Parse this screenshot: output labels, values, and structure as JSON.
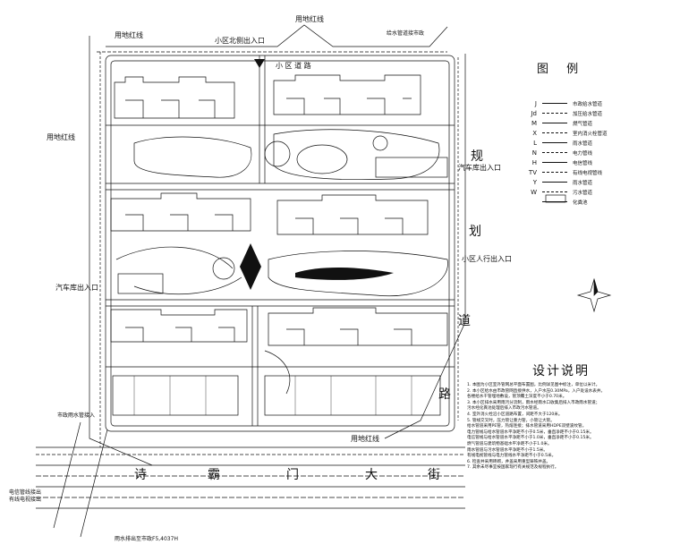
{
  "labels": {
    "red_line_top": "用地红线",
    "red_line_left": "用地红线",
    "red_line_bottom": "用地红线",
    "north_gate": "小区北侧出入口",
    "top_right_pipe": "给水管道接市政",
    "district_road": "小 区 道 路",
    "car_entrance_east": "汽车库出入口",
    "car_entrance_west": "汽车库出入口",
    "pedestrian_entrance": "小区人行出入口",
    "road_east_1": "规",
    "road_east_2": "划",
    "road_east_3": "道",
    "road_se": "路",
    "main_road_1": "诗",
    "main_road_2": "霸",
    "main_road_3": "门",
    "main_road_4": "大",
    "main_road_5": "街",
    "bottom_left_1": "市政雨水管接入",
    "bottom_left_2": "电信管线接出",
    "bottom_left_3": "有线电视接出",
    "bottom_note": "雨水排出至市政F5,4037H"
  },
  "legend": {
    "title": "图 例",
    "items": [
      {
        "code": "J",
        "desc": "市政给水管道"
      },
      {
        "code": "Jd",
        "desc": "加压给水管道"
      },
      {
        "code": "M",
        "desc": "燃气管道"
      },
      {
        "code": "X",
        "desc": "室内消火栓管道"
      },
      {
        "code": "L",
        "desc": "雨水管道"
      },
      {
        "code": "N",
        "desc": "电力管线"
      },
      {
        "code": "H",
        "desc": "电信管线"
      },
      {
        "code": "TV",
        "desc": "有线电视管线"
      },
      {
        "code": "Y",
        "desc": "雨水管道"
      },
      {
        "code": "W",
        "desc": "污水管道"
      },
      {
        "code": "",
        "desc": "化粪池"
      }
    ]
  },
  "notes": {
    "title": "设计说明",
    "lines": [
      "1. 本图为小区室外管网总平面布置图，比例详见图中标注，单位以米计。",
      "2. 本小区给水由市政管网直接供水，入户水压0.30MPa，入户处设水表井。",
      "   各楼给水干管埋地敷设，管顶覆土深度不小于0.70米。",
      "3. 本小区排水采用雨污分流制，雨水经雨水口收集后排入市政雨水管道；",
      "   污水经化粪池处理后排入市政污水管道。",
      "4. 室外消火栓沿小区道路布置，间距不大于120米。",
      "5. 管线交叉时，压力管让重力管，小管让大管。",
      "   给水管道采用PE管，热熔连接；排水管道采用HDPE双壁波纹管。",
      "   电力管线与给水管道水平净距不小于0.5米，垂直净距不小于0.15米。",
      "   电信管线与给水管道水平净距不小于1.0米，垂直净距不小于0.15米。",
      "   燃气管道与建筑物基础水平净距不小于1.0米。",
      "   雨水管道与污水管道水平净距不小于1.5米。",
      "   有线电视管线与电力管线水平净距不小于0.5米。",
      "6. 检查井采用砖砌，井盖采用重型铸铁井盖。",
      "7. 其余未尽事宜按国家现行有关规范及规程执行。"
    ]
  },
  "colors": {
    "line": "#111111",
    "background": "#ffffff"
  }
}
